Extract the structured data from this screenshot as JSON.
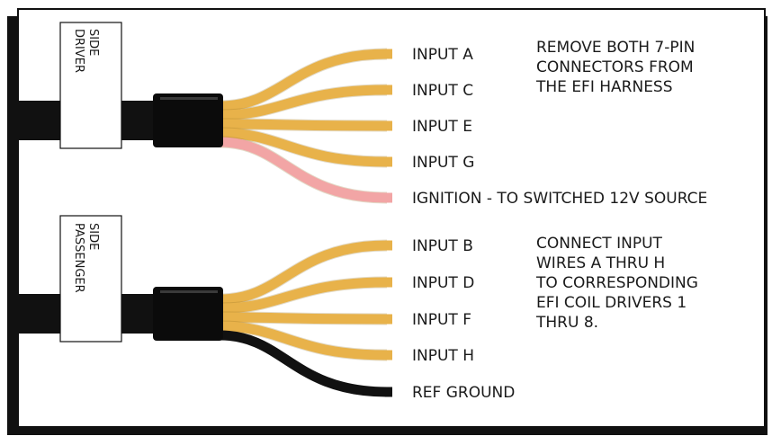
{
  "driver_tag": {
    "line1": "DRIVER",
    "line2": "SIDE"
  },
  "passenger_tag": {
    "line1": "PASSENGER",
    "line2": "SIDE"
  },
  "driver_wires": [
    {
      "label": "INPUT A",
      "color": "#e8b24a"
    },
    {
      "label": "INPUT C",
      "color": "#e8b24a"
    },
    {
      "label": "INPUT E",
      "color": "#e8b24a"
    },
    {
      "label": "INPUT G",
      "color": "#e8b24a"
    },
    {
      "label": "IGNITION - TO SWITCHED 12V SOURCE",
      "color": "#f2a5a5"
    }
  ],
  "passenger_wires": [
    {
      "label": "INPUT B",
      "color": "#e8b24a"
    },
    {
      "label": "INPUT D",
      "color": "#e8b24a"
    },
    {
      "label": "INPUT F",
      "color": "#e8b24a"
    },
    {
      "label": "INPUT H",
      "color": "#e8b24a"
    },
    {
      "label": "REF GROUND",
      "color": "#111111"
    }
  ],
  "notes": {
    "top": [
      "REMOVE BOTH 7-PIN",
      "CONNECTORS FROM",
      "THE EFI HARNESS"
    ],
    "bottom": [
      "CONNECT INPUT",
      "WIRES A THRU H",
      "TO CORRESPONDING",
      "EFI COIL DRIVERS 1",
      "THRU 8."
    ]
  },
  "colors": {
    "cable": "#111111",
    "tag": "#ffffff",
    "frame": "#111111"
  }
}
